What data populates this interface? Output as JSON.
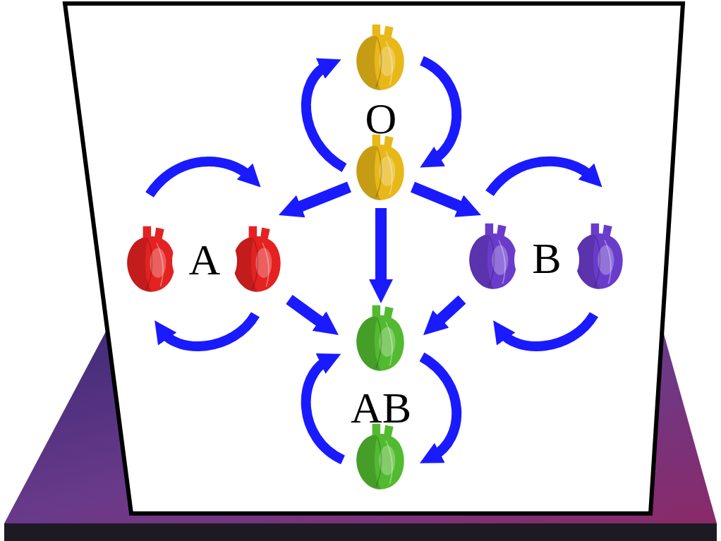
{
  "diagram": {
    "nodes": [
      {
        "text": [
          "O"
        ]
      },
      {
        "text": [
          "A"
        ]
      },
      {
        "text": [
          "B"
        ]
      },
      {
        "text": [
          "AB"
        ]
      }
    ],
    "edges": [
      {
        "from": 0,
        "to": 1,
        "arrow": "to"
      },
      {
        "from": 0,
        "to": 2,
        "arrow": "to"
      },
      {
        "from": 0,
        "to": 3,
        "arrow": "to"
      },
      {
        "from": 1,
        "to": 3,
        "arrow": "to"
      },
      {
        "from": 2,
        "to": 3,
        "arrow": "to"
      }
    ]
  }
}
